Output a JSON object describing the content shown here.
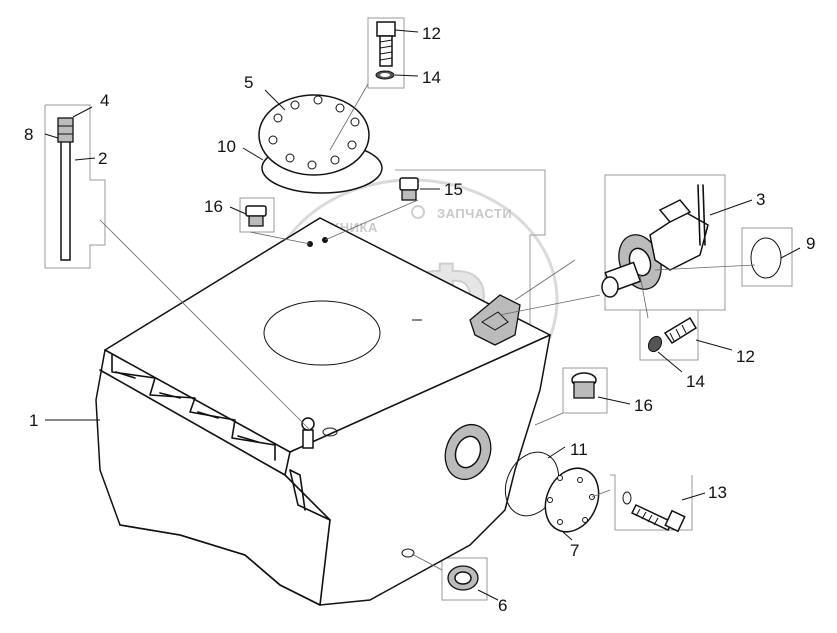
{
  "watermark": {
    "top_text_left": "ТЕХНИКА",
    "top_text_right": "ЗАПЧАСТИ",
    "big_text": "ЭПФ"
  },
  "callouts": [
    {
      "id": "c1",
      "text": "1"
    },
    {
      "id": "c2",
      "text": "2"
    },
    {
      "id": "c3",
      "text": "3"
    },
    {
      "id": "c4",
      "text": "4"
    },
    {
      "id": "c5",
      "text": "5"
    },
    {
      "id": "c6",
      "text": "6"
    },
    {
      "id": "c7",
      "text": "7"
    },
    {
      "id": "c8",
      "text": "8"
    },
    {
      "id": "c9",
      "text": "9"
    },
    {
      "id": "c10",
      "text": "10"
    },
    {
      "id": "c11",
      "text": "11"
    },
    {
      "id": "c12a",
      "text": "12"
    },
    {
      "id": "c12b",
      "text": "12"
    },
    {
      "id": "c13",
      "text": "13"
    },
    {
      "id": "c14a",
      "text": "14"
    },
    {
      "id": "c14b",
      "text": "14"
    },
    {
      "id": "c15",
      "text": "15"
    },
    {
      "id": "c16a",
      "text": "16"
    },
    {
      "id": "c16b",
      "text": "16"
    }
  ]
}
